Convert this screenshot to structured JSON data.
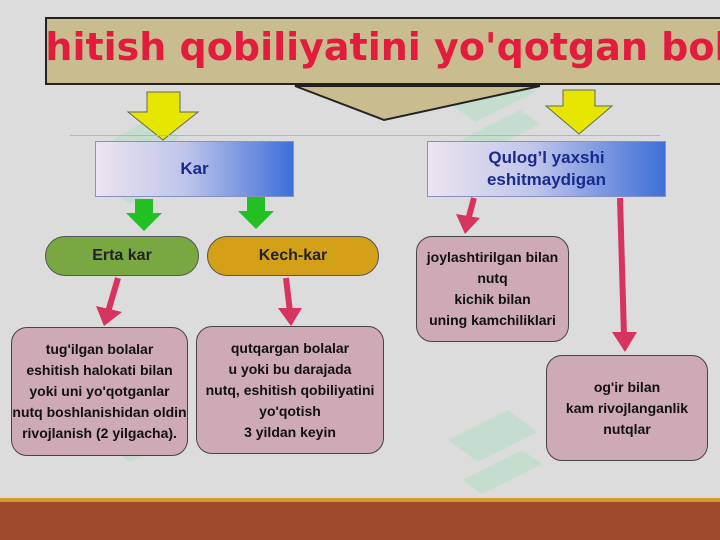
{
  "title": "eshitish qobiliyatini yo'qotgan bolalar",
  "nodes": {
    "kar": "Kar",
    "qulog": [
      "Qulog’l yaxshi",
      "eshitmaydigan"
    ],
    "erta_kar": "Erta kar",
    "kech_kar": "Kech-kar",
    "erta_desc": [
      "tug'ilgan bolalar",
      "eshitish halokati bilan",
      "yoki uni yo'qotganlar",
      "nutq boshlanishidan oldin",
      "rivojlanish (2 yilgacha)."
    ],
    "kech_desc": [
      "qutqargan bolalar",
      "u yoki bu darajada",
      "nutq, eshitish qobiliyatini",
      "yo'qotish",
      "3 yildan keyin"
    ],
    "qulog_desc1": [
      "joylashtirilgan bilan",
      "nutq",
      "kichik bilan",
      "uning kamchiliklari"
    ],
    "qulog_desc2": [
      "og'ir bilan",
      "kam rivojlanganlik",
      "nutqlar"
    ]
  },
  "colors": {
    "title_text": "#e31c3d",
    "title_bg": "#c9bd8f",
    "arrow_yellow": "#e6e600",
    "arrow_green": "#22c022",
    "arrow_pink": "#d6335f",
    "erta_pill": "#79a843",
    "kech_pill": "#d4a017",
    "box_pink": "#cdaab5",
    "footer": "#a0482c"
  }
}
